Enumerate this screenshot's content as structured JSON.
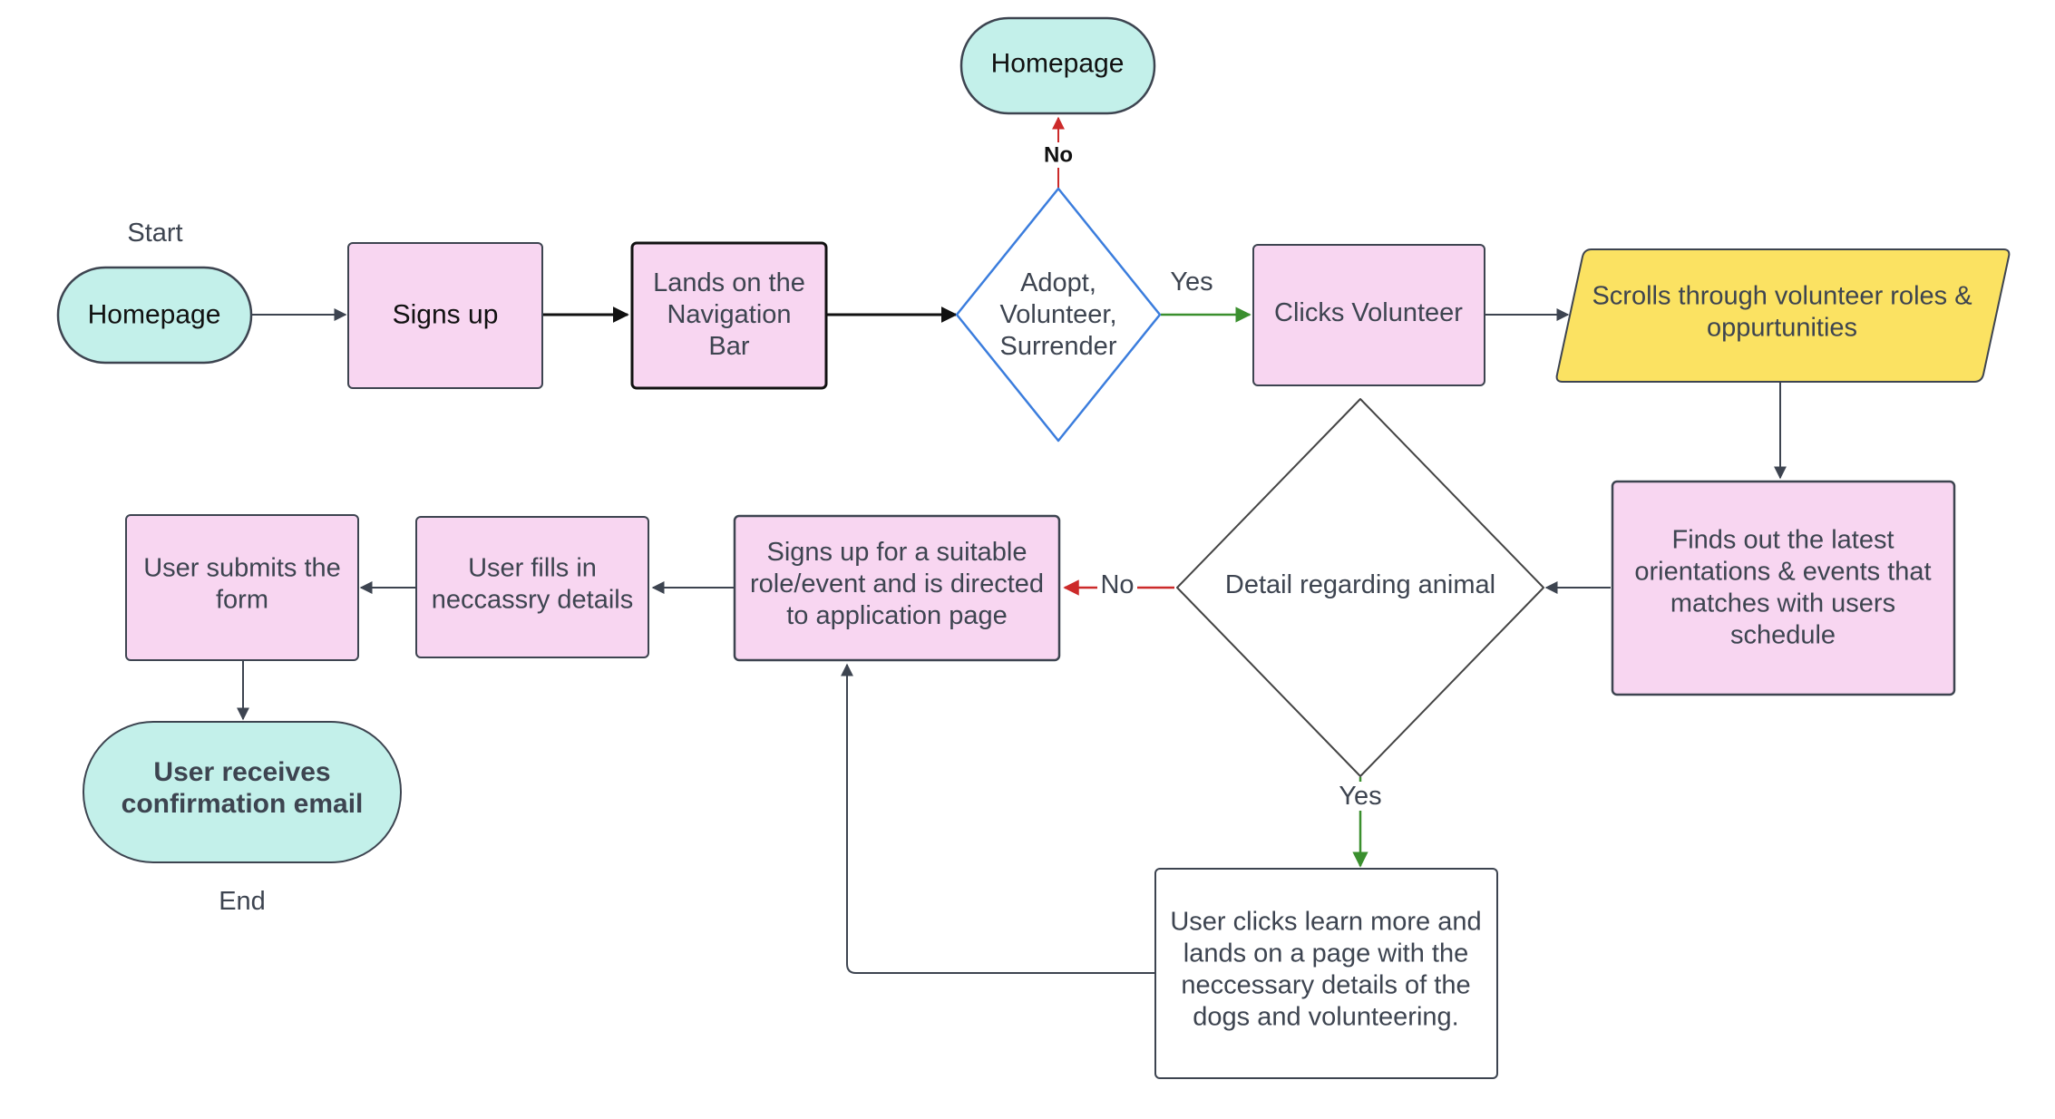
{
  "nodes": {
    "start_homepage": {
      "label": "Homepage",
      "shape": "terminal",
      "fill": "#c3f0ea"
    },
    "signs_up": {
      "label": "Signs up",
      "shape": "process",
      "fill": "#f8d6f1"
    },
    "lands_nav": {
      "label": "Lands on the Navigation Bar",
      "shape": "process",
      "fill": "#f8d6f1"
    },
    "decision_choice": {
      "label": "Adopt, Volunteer, Surrender",
      "shape": "decision",
      "stroke": "#3b7ddd"
    },
    "top_homepage": {
      "label": "Homepage",
      "shape": "terminal",
      "fill": "#c3f0ea"
    },
    "clicks_volunteer": {
      "label": "Clicks Volunteer",
      "shape": "process",
      "fill": "#f8d6f1"
    },
    "scrolls_roles": {
      "label": "Scrolls through volunteer roles & oppurtunities",
      "shape": "data",
      "fill": "#fbe262"
    },
    "finds_latest": {
      "label": "Finds out the latest orientations & events that matches with users schedule",
      "shape": "process",
      "fill": "#f8d6f1"
    },
    "decision_detail": {
      "label": "Detail regarding animal",
      "shape": "decision",
      "stroke": "#555555"
    },
    "learn_more": {
      "label": "User clicks learn more and lands on a page with the neccessary details of the dogs and volunteering.",
      "shape": "process",
      "fill": "#ffffff"
    },
    "signs_up_role": {
      "label": "Signs up for a suitable role/event and is directed to application page",
      "shape": "process",
      "fill": "#f8d6f1"
    },
    "fills_details": {
      "label": "User fills in neccassry details",
      "shape": "process",
      "fill": "#f8d6f1"
    },
    "submits_form": {
      "label": "User submits the form",
      "shape": "process",
      "fill": "#f8d6f1"
    },
    "confirmation": {
      "label": "User receives confirmation email",
      "shape": "terminal",
      "fill": "#c3f0ea"
    }
  },
  "annotations": {
    "start": "Start",
    "end": "End"
  },
  "edges": [
    {
      "from": "start_homepage",
      "to": "signs_up",
      "label": ""
    },
    {
      "from": "signs_up",
      "to": "lands_nav",
      "label": ""
    },
    {
      "from": "lands_nav",
      "to": "decision_choice",
      "label": ""
    },
    {
      "from": "decision_choice",
      "to": "top_homepage",
      "label": "No",
      "color": "#cc2a2a"
    },
    {
      "from": "decision_choice",
      "to": "clicks_volunteer",
      "label": "Yes",
      "color": "#3a8f2e"
    },
    {
      "from": "clicks_volunteer",
      "to": "scrolls_roles",
      "label": ""
    },
    {
      "from": "scrolls_roles",
      "to": "finds_latest",
      "label": ""
    },
    {
      "from": "finds_latest",
      "to": "decision_detail",
      "label": ""
    },
    {
      "from": "decision_detail",
      "to": "signs_up_role",
      "label": "No",
      "color": "#cc2a2a"
    },
    {
      "from": "decision_detail",
      "to": "learn_more",
      "label": "Yes",
      "color": "#3a8f2e"
    },
    {
      "from": "learn_more",
      "to": "signs_up_role",
      "label": ""
    },
    {
      "from": "signs_up_role",
      "to": "fills_details",
      "label": ""
    },
    {
      "from": "fills_details",
      "to": "submits_form",
      "label": ""
    },
    {
      "from": "submits_form",
      "to": "confirmation",
      "label": ""
    }
  ],
  "edge_labels": {
    "choice_no": "No",
    "choice_yes": "Yes",
    "detail_no": "No",
    "detail_yes": "Yes"
  }
}
